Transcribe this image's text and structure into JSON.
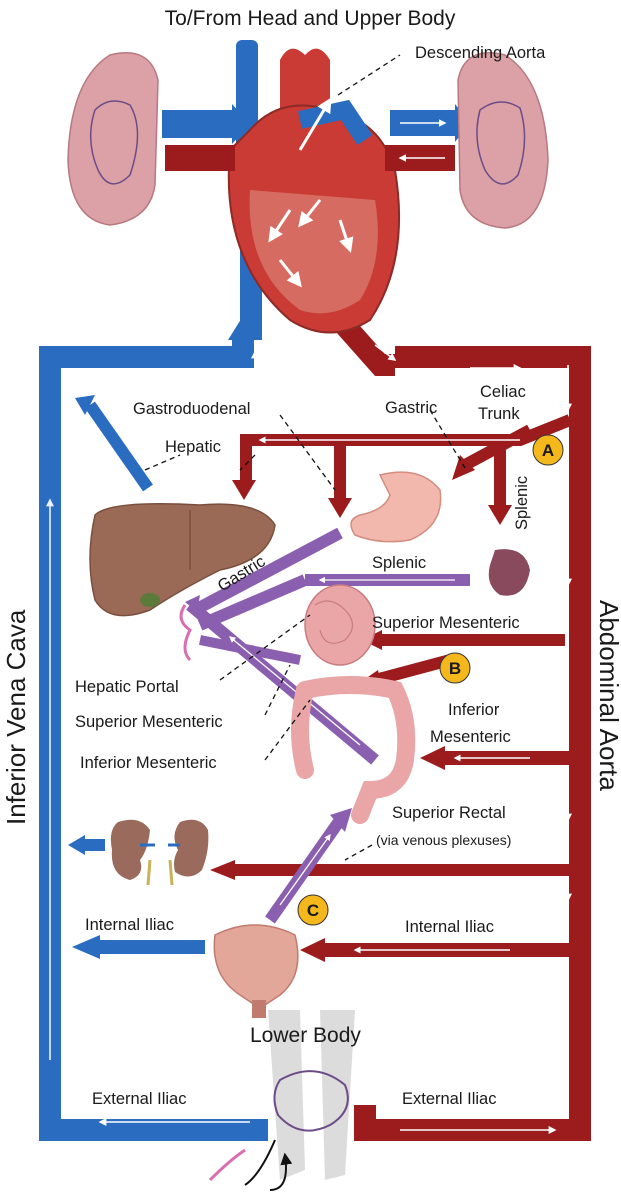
{
  "title": "To/From Head and Upper Body",
  "labels": {
    "descending_aorta": "Descending Aorta",
    "celiac_trunk_1": "Celiac",
    "celiac_trunk_2": "Trunk",
    "gastroduodenal": "Gastroduodenal",
    "gastric_artery": "Gastric",
    "hepatic_artery": "Hepatic",
    "splenic_artery": "Splenic",
    "splenic_vein": "Splenic",
    "gastric_vein": "Gastric",
    "superior_mesenteric_artery": "Superior Mesenteric",
    "hepatic_portal": "Hepatic Portal",
    "superior_mesenteric_vein": "Superior Mesenteric",
    "inferior_mesenteric_vein": "Inferior Mesenteric",
    "inferior_mesenteric_artery_1": "Inferior",
    "inferior_mesenteric_artery_2": "Mesenteric",
    "superior_rectal": "Superior Rectal",
    "via_venous_plexuses": "(via venous plexuses)",
    "internal_iliac_left": "Internal Iliac",
    "internal_iliac_right": "Internal Iliac",
    "lower_body": "Lower Body",
    "external_iliac_left": "External Iliac",
    "external_iliac_right": "External Iliac",
    "inferior_vena_cava": "Inferior Vena Cava",
    "abdominal_aorta": "Abdominal Aorta"
  },
  "badges": {
    "a": "A",
    "b": "B",
    "c": "C"
  },
  "colors": {
    "artery": "#9c1c1e",
    "vein": "#2a6cc0",
    "portal": "#8b5fb0",
    "badge": "#f5b81c",
    "heart": "#c93b34",
    "lung": "#dba1a6",
    "liver": "#9a6a56",
    "stomach": "#f2b8ae",
    "intestine": "#eaa5a7",
    "kidney": "#9a6b5c",
    "bladder": "#e3a79a",
    "legs": "#dcdcdc"
  }
}
